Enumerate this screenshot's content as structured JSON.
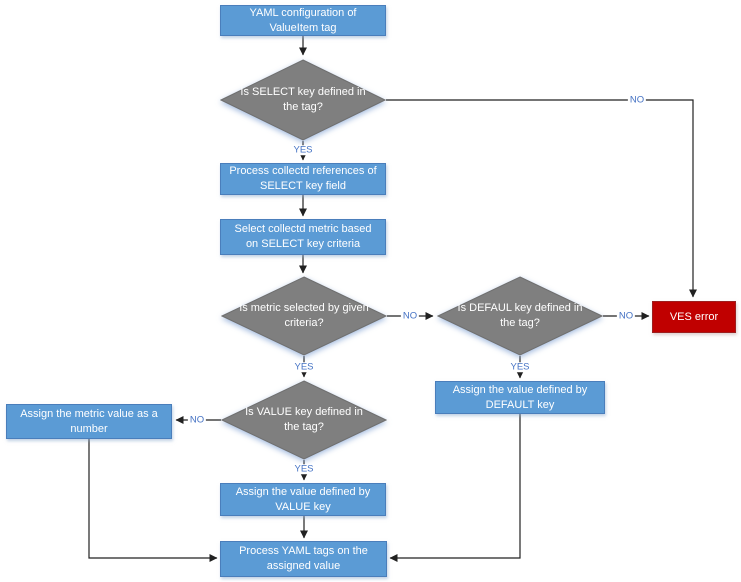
{
  "diagram": {
    "nodes": {
      "start": {
        "text": "YAML configuration of ValueItem tag"
      },
      "select_decision": {
        "text": "Is SELECT key defined in the tag?"
      },
      "process_references": {
        "text": "Process collectd references of SELECT key field"
      },
      "select_metric": {
        "text": "Select collectd metric based on SELECT key criteria"
      },
      "metric_decision": {
        "text": "Is metric selected by given criteria?"
      },
      "default_decision": {
        "text": "Is DEFAUL key defined in the tag?"
      },
      "ves_error": {
        "text": "VES error"
      },
      "assign_default": {
        "text": "Assign the value defined by DEFAULT key"
      },
      "value_decision": {
        "text": "Is VALUE key defined in the tag?"
      },
      "assign_metric_number": {
        "text": "Assign the metric value as a number"
      },
      "assign_value": {
        "text": "Assign the value defined by VALUE key"
      },
      "process_yaml_tags": {
        "text": "Process YAML tags on the assigned value"
      }
    },
    "labels": {
      "yes": "YES",
      "no": "NO"
    },
    "colors": {
      "process_fill": "#5B9BD5",
      "process_border": "#4a7ebb",
      "decision_fill": "#7F7F7F",
      "decision_border": "#6f6f6f",
      "error_fill": "#C00000",
      "error_border": "#9c1f1f",
      "label_color": "#4472C4",
      "connector": "#212121"
    }
  }
}
